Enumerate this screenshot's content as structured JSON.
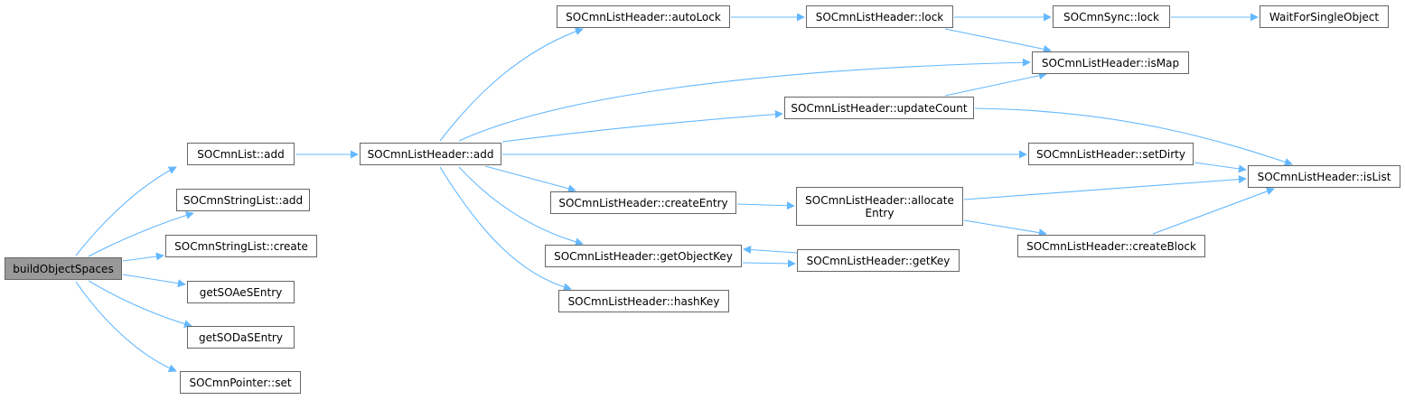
{
  "colors": {
    "edge": "#63b8ff",
    "node_border": "#666666",
    "root_fill": "#999999",
    "node_fill": "#ffffff"
  },
  "nodes": {
    "buildObjectSpaces": "buildObjectSpaces",
    "list_add": "SOCmnList::add",
    "stringlist_add": "SOCmnStringList::add",
    "stringlist_create": "SOCmnStringList::create",
    "getSOAeSEntry": "getSOAeSEntry",
    "getSODaSEntry": "getSODaSEntry",
    "pointer_set": "SOCmnPointer::set",
    "header_add": "SOCmnListHeader::add",
    "autoLock": "SOCmnListHeader::autoLock",
    "lock": "SOCmnListHeader::lock",
    "sync_lock": "SOCmnSync::lock",
    "waitForSingleObject": "WaitForSingleObject",
    "isMap": "SOCmnListHeader::isMap",
    "updateCount": "SOCmnListHeader::updateCount",
    "setDirty": "SOCmnListHeader::setDirty",
    "isList": "SOCmnListHeader::isList",
    "createEntry": "SOCmnListHeader::createEntry",
    "allocateEntry": "SOCmnListHeader::allocate\nEntry",
    "createBlock": "SOCmnListHeader::createBlock",
    "getObjectKey": "SOCmnListHeader::getObjectKey",
    "getKey": "SOCmnListHeader::getKey",
    "hashKey": "SOCmnListHeader::hashKey"
  },
  "edges": [
    [
      "buildObjectSpaces",
      "list_add"
    ],
    [
      "buildObjectSpaces",
      "stringlist_add"
    ],
    [
      "buildObjectSpaces",
      "stringlist_create"
    ],
    [
      "buildObjectSpaces",
      "getSOAeSEntry"
    ],
    [
      "buildObjectSpaces",
      "getSODaSEntry"
    ],
    [
      "buildObjectSpaces",
      "pointer_set"
    ],
    [
      "list_add",
      "header_add"
    ],
    [
      "header_add",
      "autoLock"
    ],
    [
      "header_add",
      "isMap"
    ],
    [
      "header_add",
      "updateCount"
    ],
    [
      "header_add",
      "setDirty"
    ],
    [
      "header_add",
      "createEntry"
    ],
    [
      "header_add",
      "getObjectKey"
    ],
    [
      "header_add",
      "hashKey"
    ],
    [
      "autoLock",
      "lock"
    ],
    [
      "lock",
      "sync_lock"
    ],
    [
      "lock",
      "isMap"
    ],
    [
      "sync_lock",
      "waitForSingleObject"
    ],
    [
      "updateCount",
      "isMap"
    ],
    [
      "updateCount",
      "isList"
    ],
    [
      "setDirty",
      "isList"
    ],
    [
      "createEntry",
      "allocateEntry"
    ],
    [
      "allocateEntry",
      "isList"
    ],
    [
      "allocateEntry",
      "createBlock"
    ],
    [
      "createBlock",
      "isList"
    ],
    [
      "getObjectKey",
      "getKey"
    ],
    [
      "getKey",
      "getObjectKey"
    ]
  ]
}
